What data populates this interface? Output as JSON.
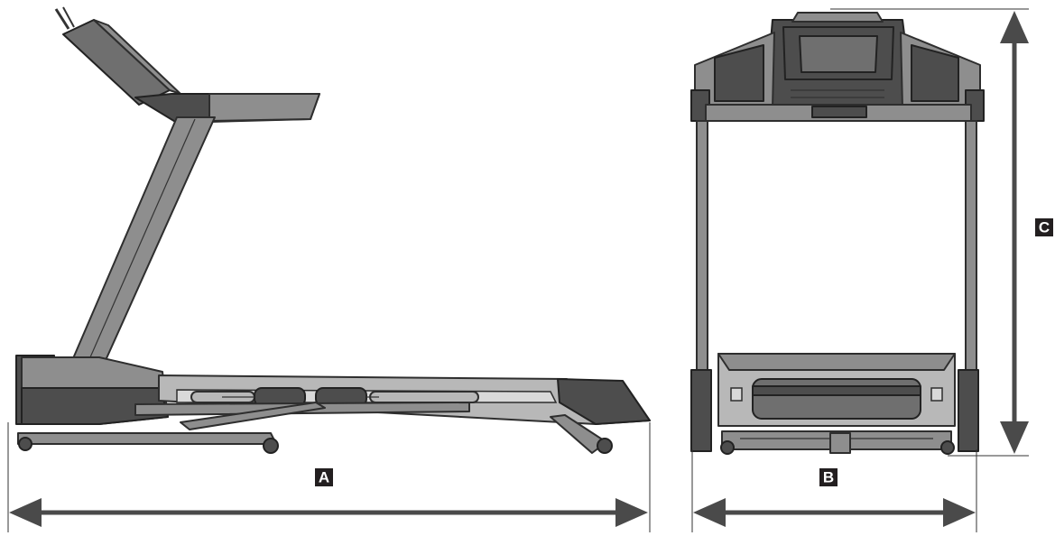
{
  "labels": {
    "a": "A",
    "b": "B",
    "c": "C"
  },
  "colors": {
    "label_box": "#231f20",
    "label_text": "#ffffff",
    "dimension_arrow": "#4a4a4a",
    "frame": "#8e8e8e",
    "frame_dark": "#4d4d4d"
  }
}
